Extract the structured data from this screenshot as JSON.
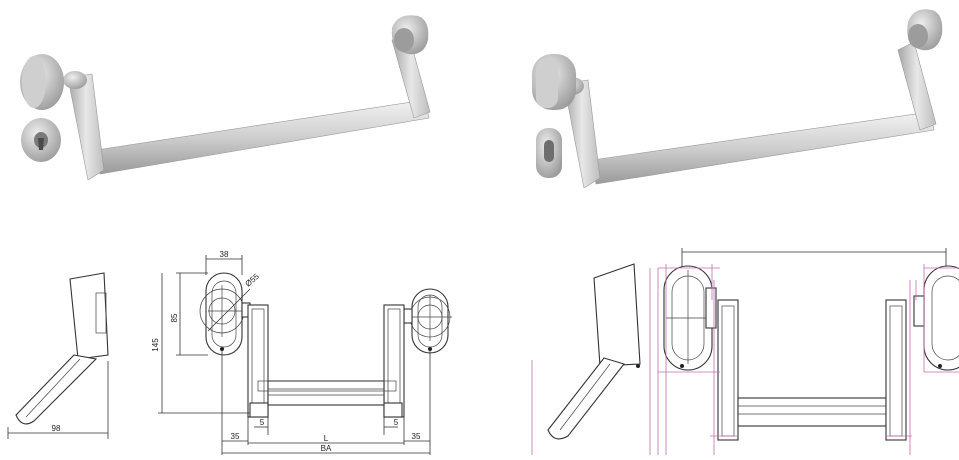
{
  "images": {
    "bar_with_round_cylinder": "panic-bar-round-escutcheon",
    "bar_with_oval_cylinder": "panic-bar-oval-escutcheon"
  },
  "drawing": {
    "side_width": "98",
    "escutcheon_width": "38",
    "escutcheon_height": "85",
    "total_height": "145",
    "diameter": "Ø55",
    "offset_left": "35",
    "offset_right": "35",
    "gap_left": "5",
    "gap_right": "5",
    "length_label": "L",
    "overall_label": "BA"
  },
  "colors": {
    "bar_light": "#e6e6e6",
    "bar_mid": "#c4c4c4",
    "bar_dark": "#8f8f8f",
    "line": "#333333",
    "pink_dimension": "#c86ab3"
  }
}
